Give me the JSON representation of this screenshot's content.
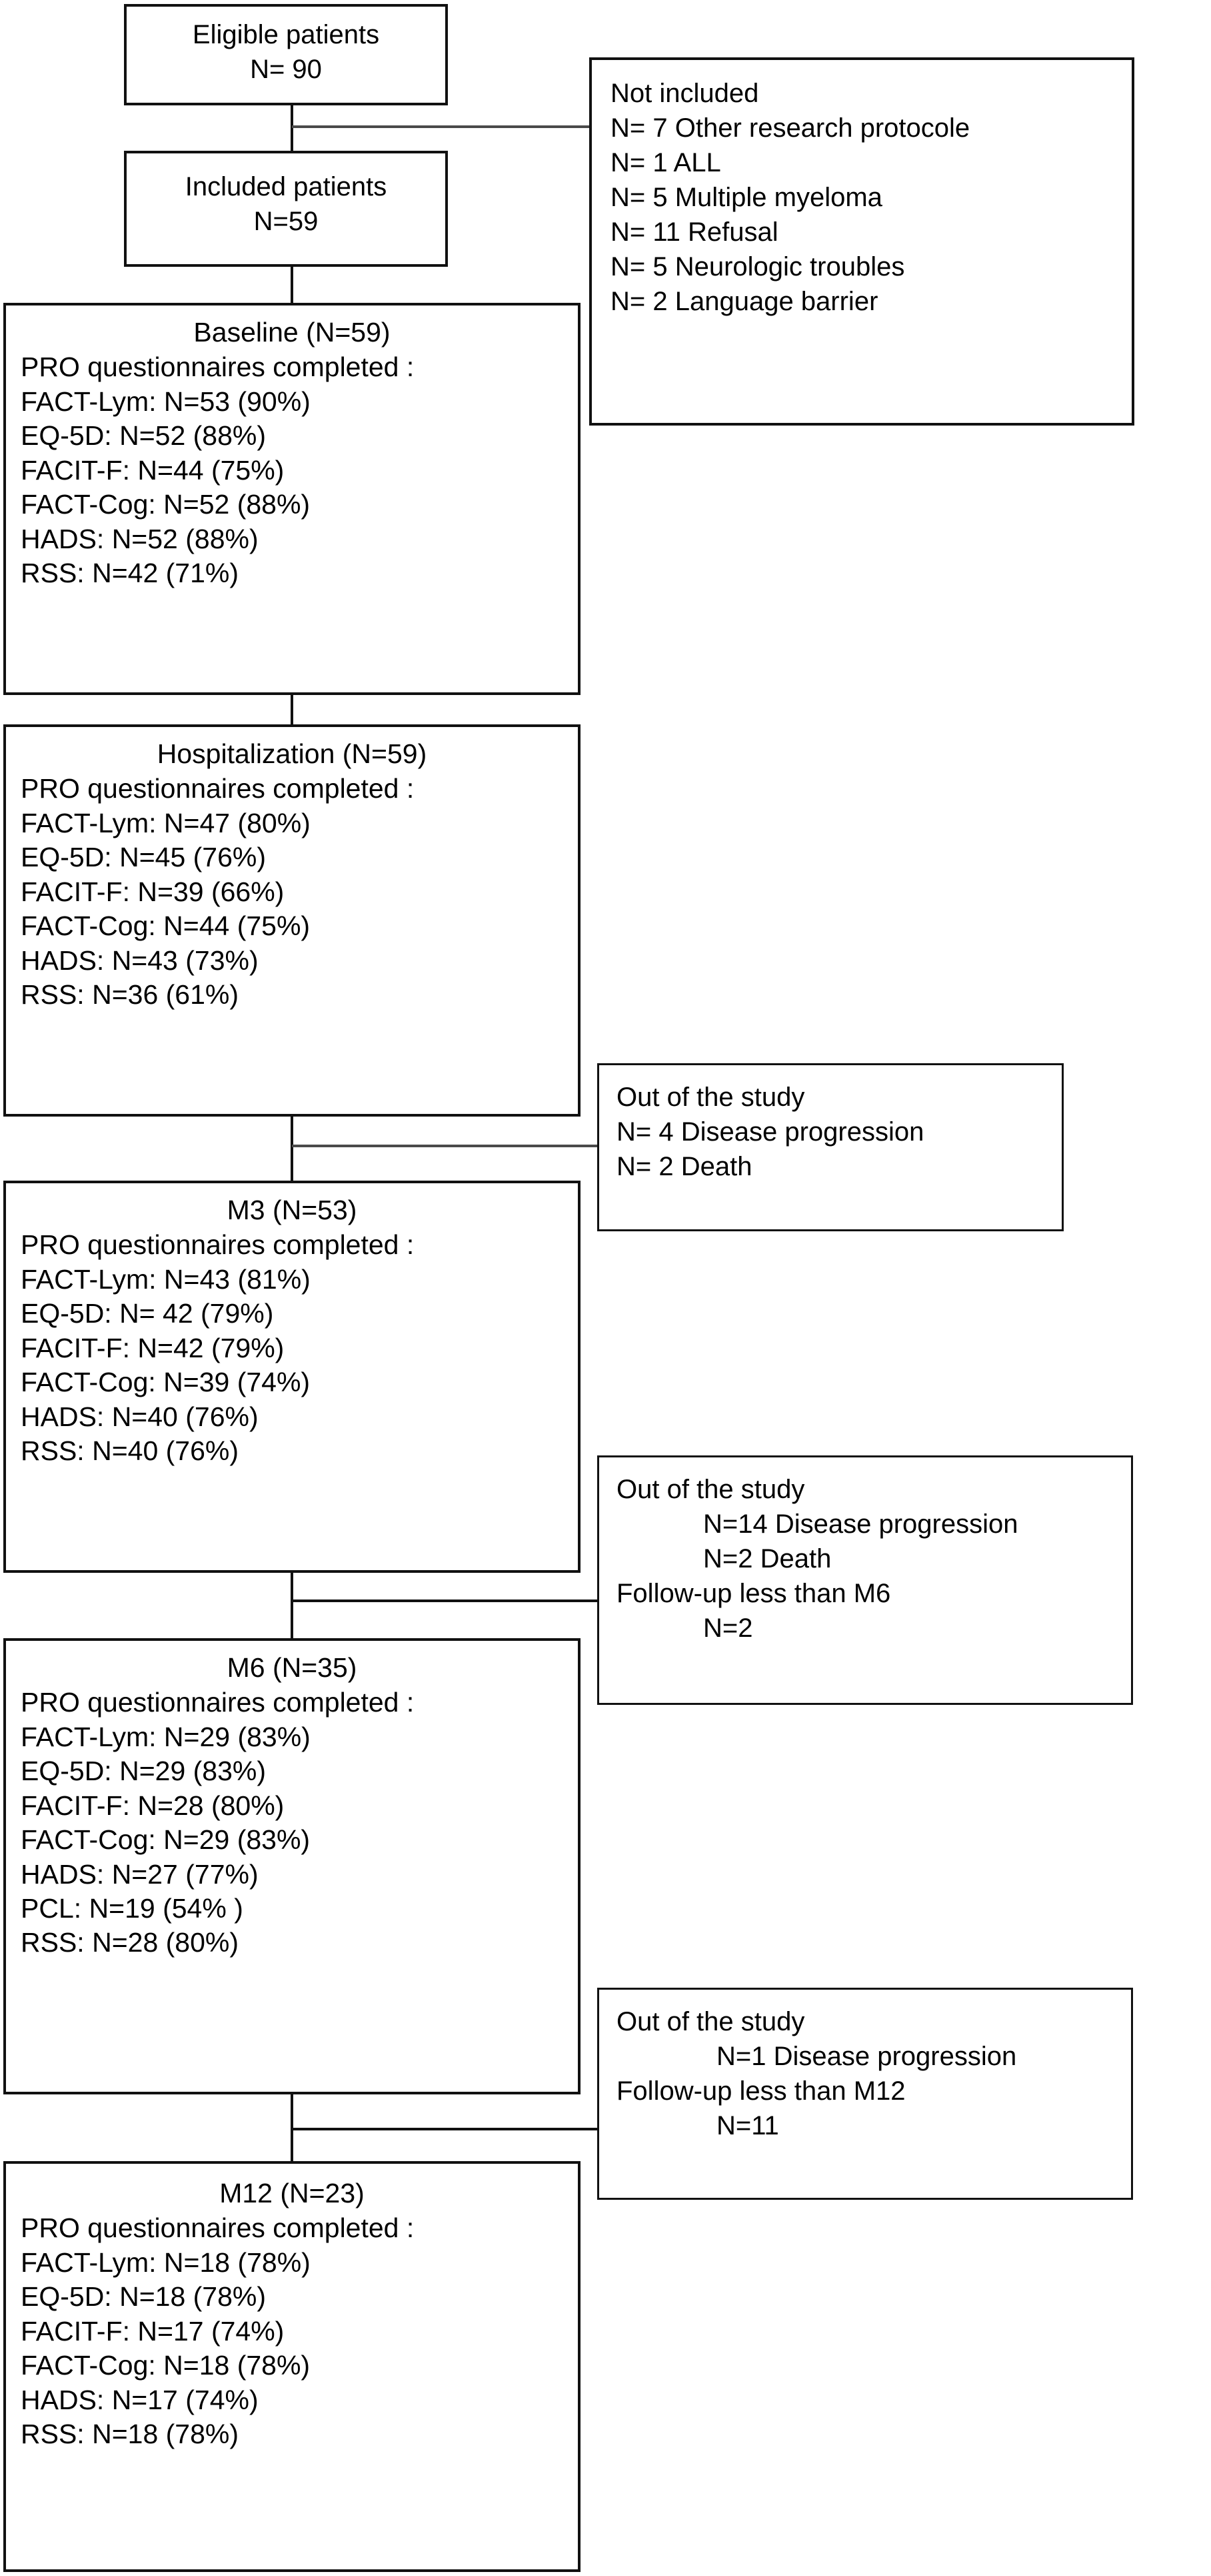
{
  "diagram": {
    "type": "study-flow-chart",
    "eligible": {
      "title": "Eligible patients",
      "n_label": "N= 90",
      "n": 90
    },
    "included": {
      "title": "Included patients",
      "n_label": "N=59",
      "n": 59
    },
    "not_included": {
      "heading": "Not included",
      "reasons": [
        "N= 7 Other research protocole",
        "N= 1 ALL",
        "N= 5 Multiple myeloma",
        "N= 11 Refusal",
        "N= 5 Neurologic troubles",
        "N= 2 Language barrier"
      ]
    },
    "pro_label": "PRO questionnaires completed :",
    "timepoints": [
      {
        "title": "Baseline (N=59)",
        "n": 59,
        "items": [
          "FACT-Lym:  N=53 (90%)",
          "EQ-5D: N=52 (88%)",
          "FACIT-F: N=44 (75%)",
          "FACT-Cog: N=52 (88%)",
          "HADS: N=52 (88%)",
          "RSS: N=42 (71%)"
        ]
      },
      {
        "title": "Hospitalization (N=59)",
        "n": 59,
        "items": [
          "FACT-Lym:  N=47 (80%)",
          "EQ-5D: N=45 (76%)",
          "FACIT-F: N=39 (66%)",
          "FACT-Cog: N=44 (75%)",
          "HADS: N=43 (73%)",
          "RSS: N=36 (61%)"
        ]
      },
      {
        "title": "M3 (N=53)",
        "n": 53,
        "items": [
          "FACT-Lym:  N=43 (81%)",
          "EQ-5D: N= 42 (79%)",
          "FACIT-F: N=42 (79%)",
          "FACT-Cog: N=39 (74%)",
          "HADS: N=40 (76%)",
          "RSS: N=40 (76%)"
        ]
      },
      {
        "title": "M6 (N=35)",
        "n": 35,
        "items": [
          "FACT-Lym:  N=29 (83%)",
          "EQ-5D: N=29 (83%)",
          "FACIT-F: N=28 (80%)",
          "FACT-Cog: N=29 (83%)",
          "HADS: N=27 (77%)",
          "PCL: N=19 (54% )",
          "RSS: N=28 (80%)"
        ]
      },
      {
        "title": "M12 (N=23)",
        "n": 23,
        "items": [
          "FACT-Lym:  N=18 (78%)",
          "EQ-5D: N=18 (78%)",
          "FACIT-F: N=17 (74%)",
          "FACT-Cog: N=18 (78%)",
          "HADS: N=17 (74%)",
          "RSS: N=18 (78%)"
        ]
      }
    ],
    "dropouts": [
      {
        "heading": "Out of the study",
        "lines": [
          {
            "text": "N= 4 Disease progression",
            "indent": false
          },
          {
            "text": "N= 2 Death",
            "indent": false
          }
        ]
      },
      {
        "heading": "Out of the study",
        "lines": [
          {
            "text": "N=14 Disease progression",
            "indent": true
          },
          {
            "text": "N=2  Death",
            "indent": true
          },
          {
            "text": "Follow-up less than M6",
            "indent": false
          },
          {
            "text": "N=2",
            "indent": true
          }
        ]
      },
      {
        "heading": "Out of the study",
        "lines": [
          {
            "text": "N=1 Disease progression",
            "indent": true
          },
          {
            "text": "Follow-up less than M12",
            "indent": false
          },
          {
            "text": "N=11",
            "indent": true
          }
        ]
      }
    ]
  }
}
